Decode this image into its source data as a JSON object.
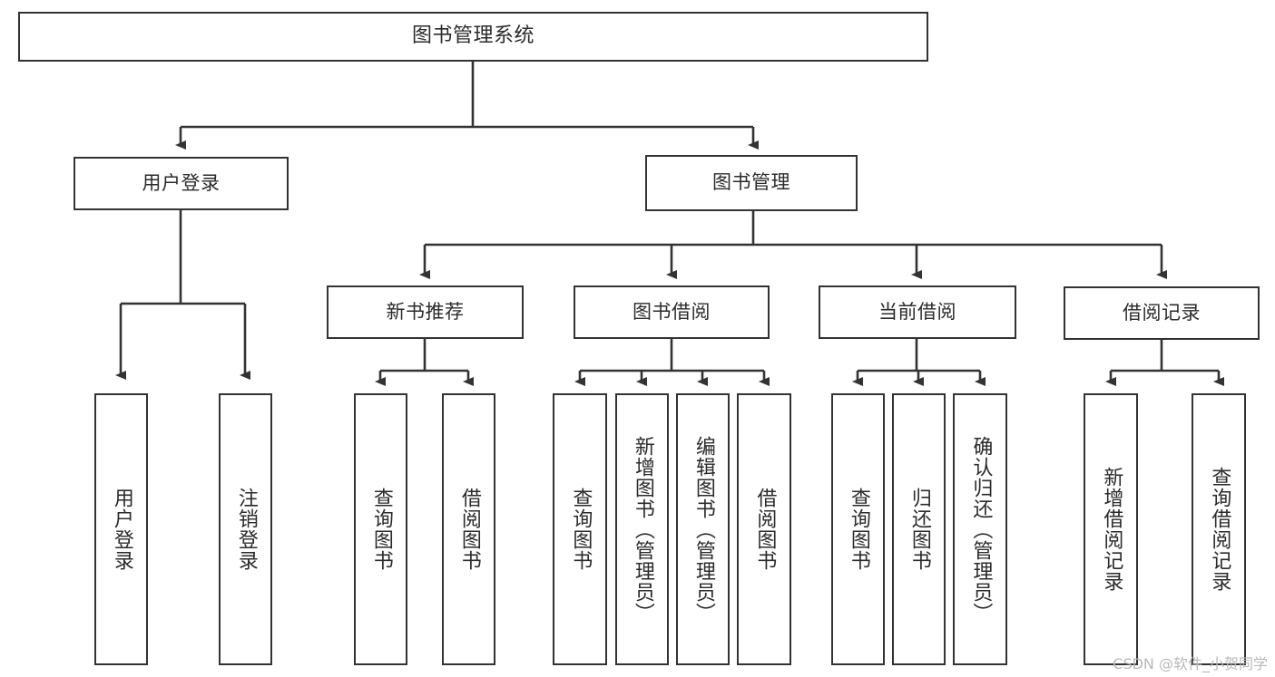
{
  "diagram": {
    "title": "图书管理系统",
    "type": "tree",
    "watermark": "CSDN @软件_小贺同学",
    "colors": {
      "background": "#ffffff",
      "box_border": "#333333",
      "box_fill": "#ffffff",
      "connector": "#333333",
      "text": "#2b2b2b",
      "watermark": "#b9b9b9"
    },
    "root": {
      "label": "图书管理系统"
    },
    "level2": [
      {
        "label": "用户登录"
      },
      {
        "label": "图书管理"
      }
    ],
    "level3": [
      {
        "label": "新书推荐"
      },
      {
        "label": "图书借阅"
      },
      {
        "label": "当前借阅"
      },
      {
        "label": "借阅记录"
      }
    ],
    "leaves": {
      "user_login": [
        {
          "label": "用户登录"
        },
        {
          "label": "注销登录"
        }
      ],
      "new_book": [
        {
          "label": "查询图书"
        },
        {
          "label": "借阅图书"
        }
      ],
      "book_borrow": [
        {
          "label": "查询图书"
        },
        {
          "label": "新增图书（管理员）"
        },
        {
          "label": "编辑图书（管理员）"
        },
        {
          "label": "借阅图书"
        }
      ],
      "current_borrow": [
        {
          "label": "查询图书"
        },
        {
          "label": "归还图书"
        },
        {
          "label": "确认归还（管理员）"
        }
      ],
      "borrow_record": [
        {
          "label": "新增借阅记录"
        },
        {
          "label": "查询借阅记录"
        }
      ]
    }
  }
}
